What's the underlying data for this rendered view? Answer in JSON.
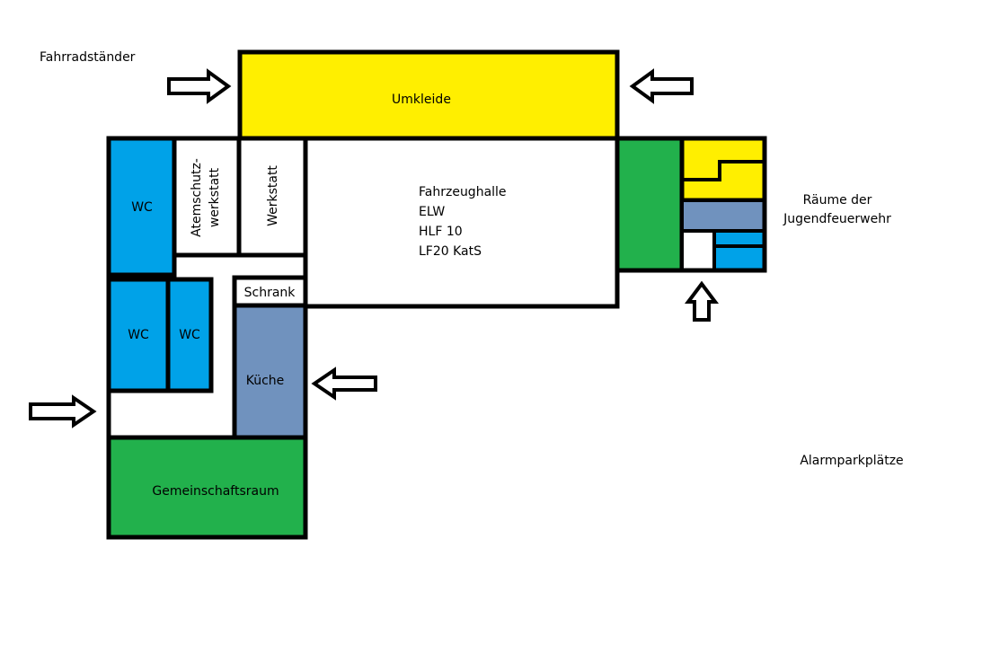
{
  "colors": {
    "yellow": "#ffef00",
    "blue": "#00a2e8",
    "green": "#22b14c",
    "greyblue": "#7092be",
    "white": "#ffffff",
    "wall": "#000000"
  },
  "labels": {
    "fahrradstaender": "Fahrradständer",
    "umkleide": "Umkleide",
    "wc_top": "WC",
    "atemschutz_line1": "Atemschutz-",
    "atemschutz_line2": "werkstatt",
    "werkstatt": "Werkstatt",
    "fahrzeughalle": "Fahrzeughalle",
    "elw": "ELW",
    "hlf": "HLF 10",
    "lf20": "LF20 KatS",
    "jugend_line1": "Räume der",
    "jugend_line2": "Jugendfeuerwehr",
    "schrank": "Schrank",
    "wc_left": "WC",
    "wc_right": "WC",
    "kueche": "Küche",
    "gemeinschaftsraum": "Gemeinschaftsraum",
    "alarmparkplaetze": "Alarmparkplätze"
  },
  "icons": {
    "entrance": "arrow-icon"
  }
}
